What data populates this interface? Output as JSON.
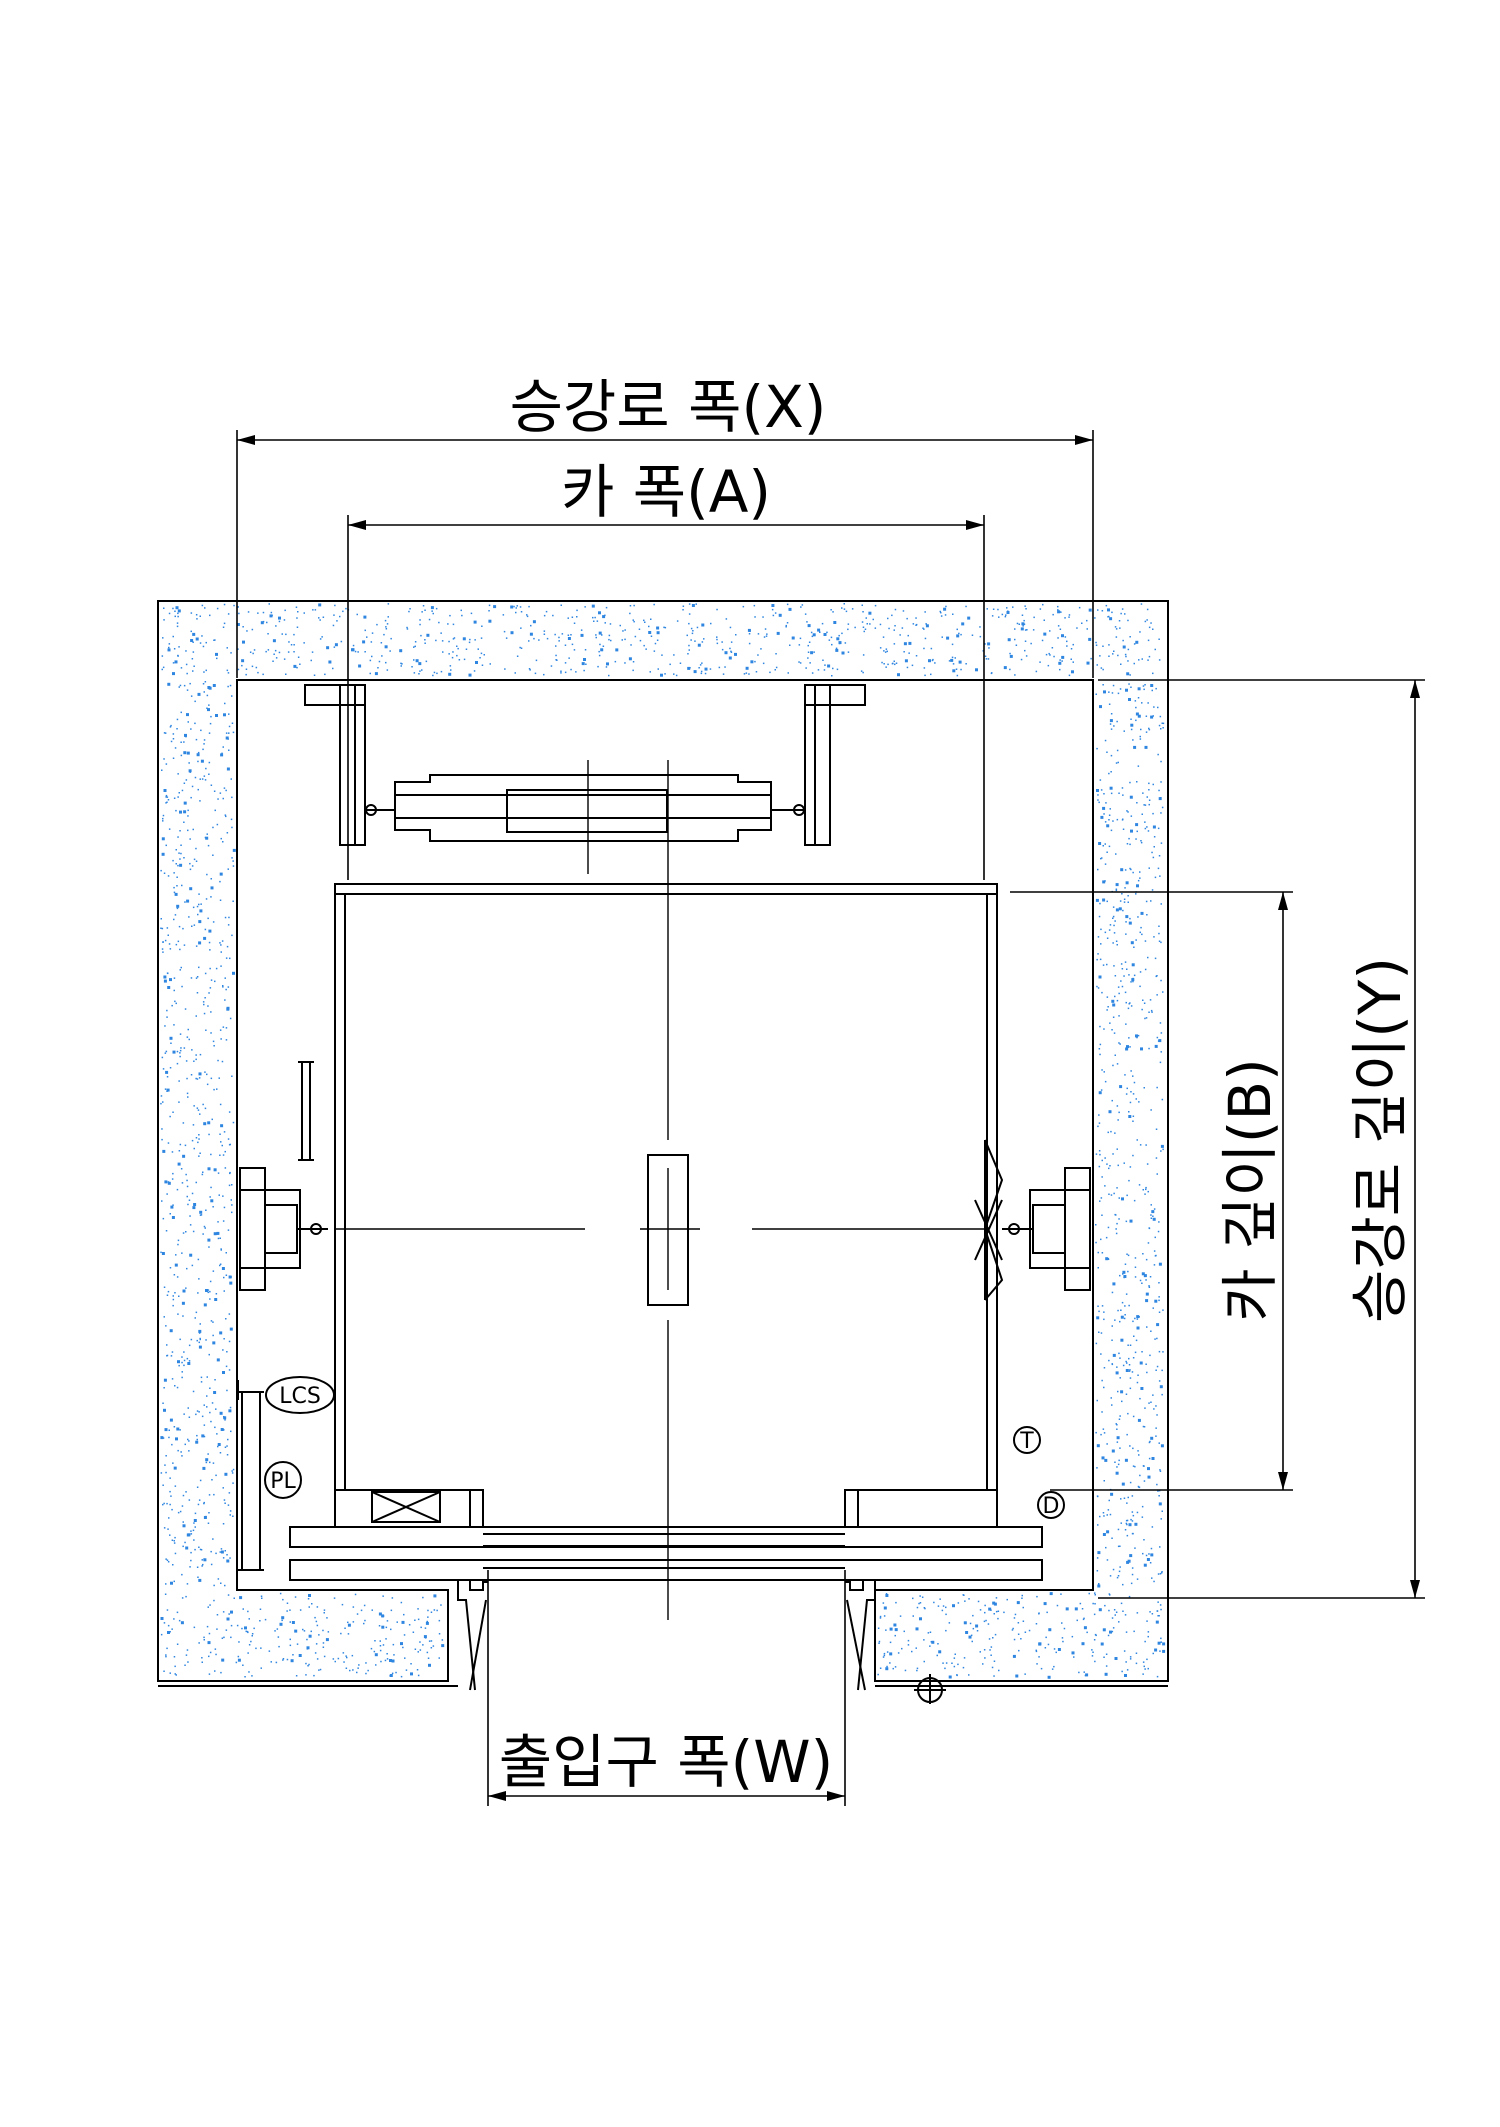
{
  "diagram": {
    "dimensions": {
      "hoistway_width": "승강로 폭(X)",
      "car_width": "카 폭(A)",
      "car_depth": "카 깊이(B)",
      "hoistway_depth": "승강로 깊이(Y)",
      "entrance_width": "출입구 폭(W)"
    },
    "tags": {
      "lcs": "LCS",
      "pl": "PL",
      "t": "T",
      "d": "D"
    },
    "colors": {
      "line": "#000000",
      "concrete_speckle": "#2f86e0",
      "background": "#ffffff"
    }
  }
}
